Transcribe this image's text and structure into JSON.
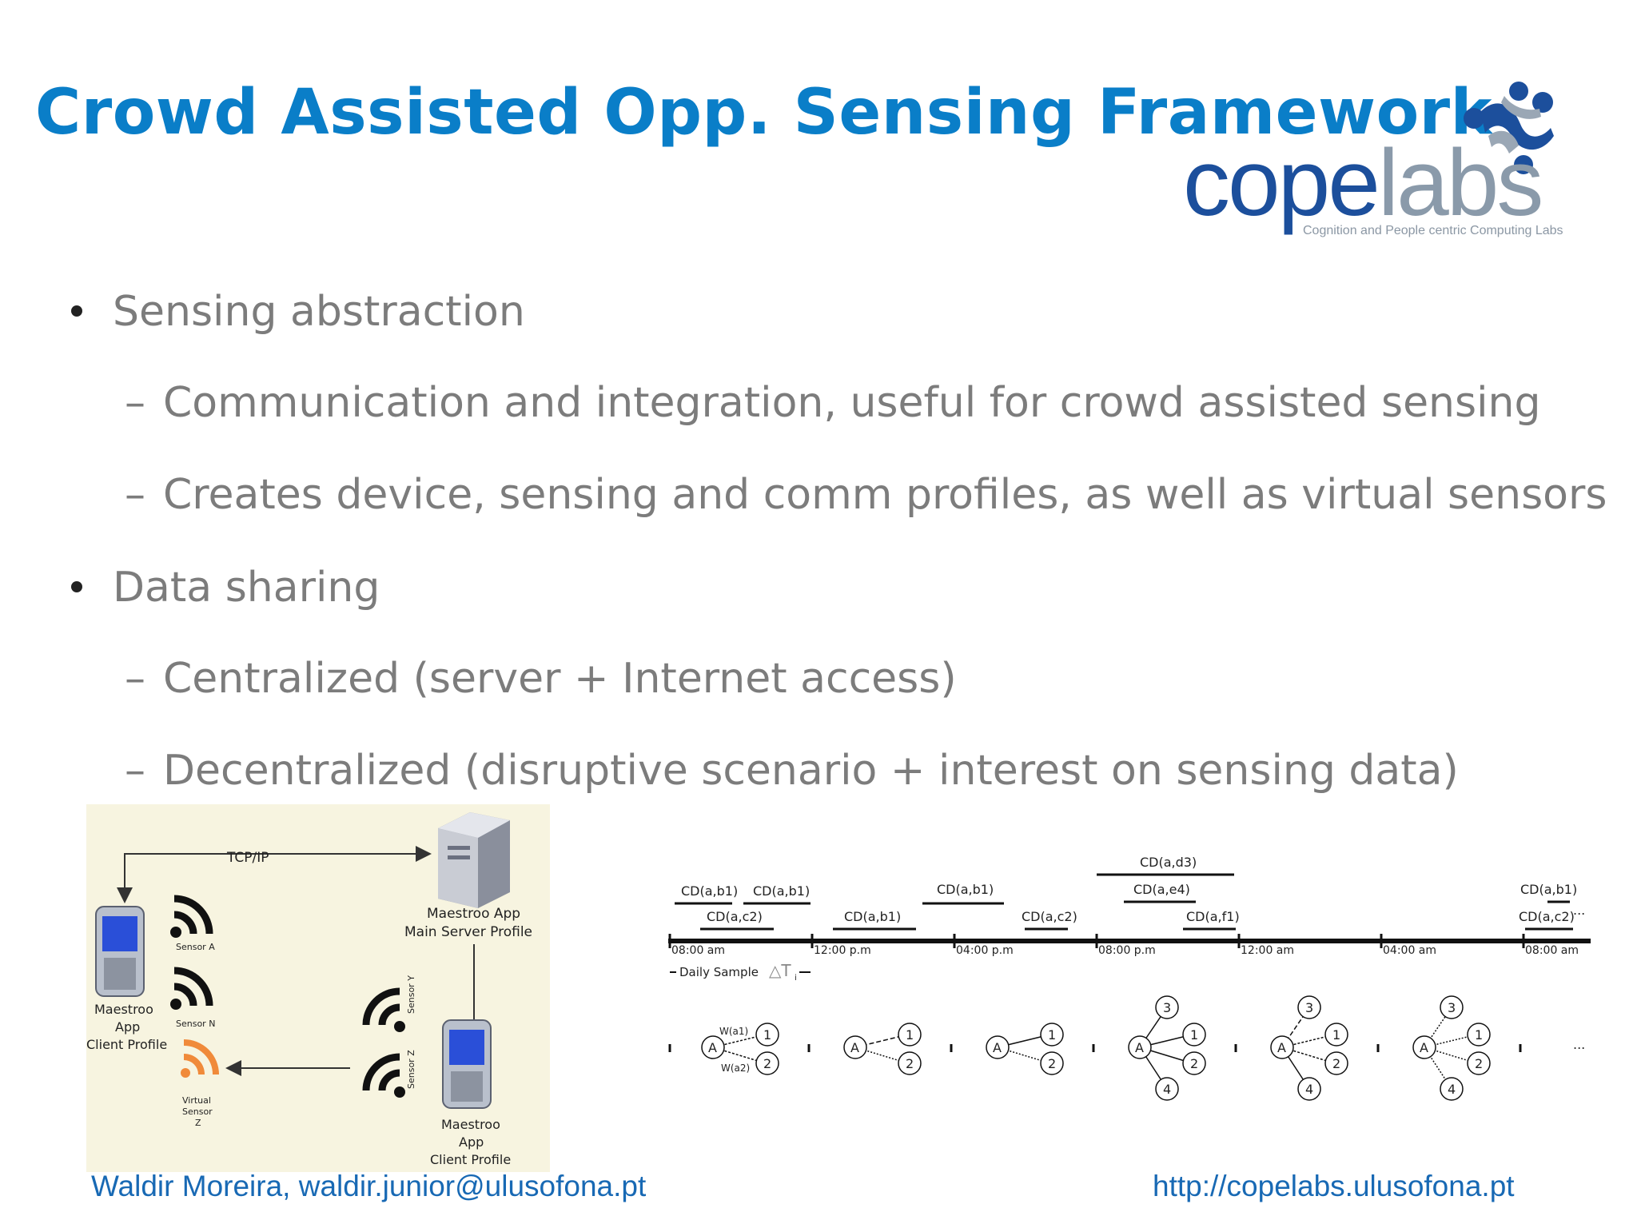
{
  "slide": {
    "title": "Crowd Assisted Opp. Sensing Framework",
    "logo": {
      "word_part1": "cope",
      "word_part2": "labs",
      "tagline": "Cognition and People centric Computing Labs"
    },
    "bullets": [
      {
        "text": "Sensing abstraction",
        "subitems": [
          "Communication and integration, useful for crowd assisted sensing",
          "Creates device, sensing and comm profiles, as well as virtual sensors"
        ]
      },
      {
        "text": "Data sharing",
        "subitems": [
          "Centralized (server + Internet access)",
          "Decentralized (disruptive scenario + interest on sensing data)"
        ]
      }
    ],
    "footer": {
      "left": "Waldir Moreira, waldir.junior@ulusofona.pt",
      "right": "http://copelabs.ulusofona.pt"
    }
  },
  "architecture_diagram": {
    "link_label": "TCP/IP",
    "server_label_1": "Maestroo App",
    "server_label_2": "Main Server Profile",
    "client1_label": [
      "Maestroo",
      "App",
      "Client Profile"
    ],
    "client2_label": [
      "Maestroo",
      "App",
      "Client Profile"
    ],
    "sensor_a": "Sensor A",
    "sensor_n": "Sensor N",
    "virtual_sensor": [
      "Virtual",
      "Sensor",
      "Z"
    ],
    "sensor_y": "Sensor Y",
    "sensor_z": "Sensor Z"
  },
  "timeline_diagram": {
    "times": [
      "08:00 am",
      "12:00 p.m",
      "04:00 p.m",
      "08:00 p.m",
      "12:00 am",
      "04:00 am",
      "08:00 am"
    ],
    "contacts": [
      "CD(a,b1)",
      "CD(a,b1)",
      "CD(a,c2)",
      "CD(a,b1)",
      "CD(a,b1)",
      "CD(a,c2)",
      "CD(a,d3)",
      "CD(a,e4)",
      "CD(a,f1)",
      "CD(a,b1)",
      "CD(a,c2)"
    ],
    "daily_sample": "Daily Sample",
    "delta": "△T",
    "delta_sub": "i",
    "node_a": "A",
    "w1": "W(a1)",
    "w2": "W(a2)",
    "ellipsis": "..."
  }
}
